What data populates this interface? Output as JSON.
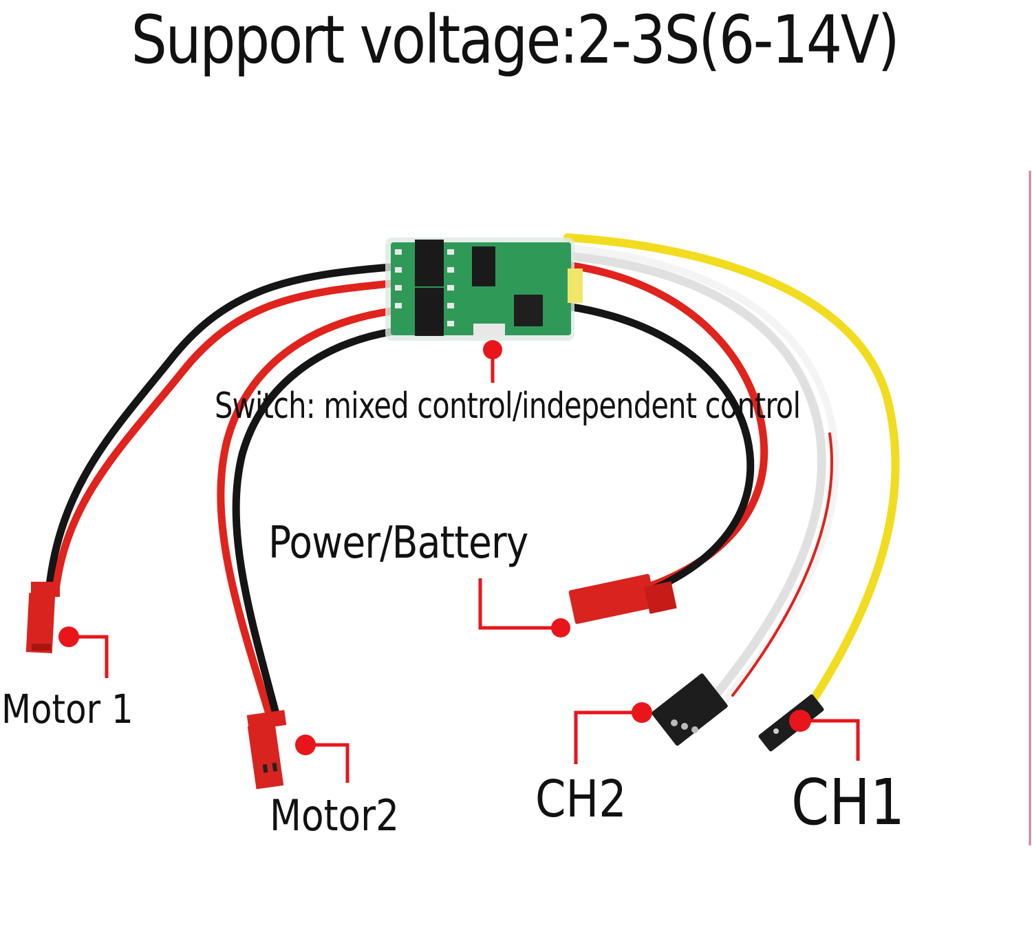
{
  "title": "Support voltage:2-3S(6-14V)",
  "callouts": {
    "switch": "Switch: mixed control/independent control",
    "power": "Power/Battery",
    "motor1": "Motor 1",
    "motor2": "Motor2",
    "ch2": "CH2",
    "ch1": "CH1"
  },
  "colors": {
    "callout_red": "#e8161b",
    "wire_red": "#e0231c",
    "wire_black": "#151515",
    "wire_yellow": "#f2dc1f",
    "wire_white": "#f4f4f4",
    "pcb_green": "#2f9a58",
    "connector_red": "#d8231f",
    "servo_black": "#1d1d1d",
    "edge_line": "#c98090"
  },
  "components": {
    "board": "dual-channel brushed ESC board",
    "motor_connectors": [
      "Motor 1",
      "Motor2"
    ],
    "power_connector": "Power/Battery",
    "signal_connectors": [
      "CH2",
      "CH1"
    ]
  }
}
